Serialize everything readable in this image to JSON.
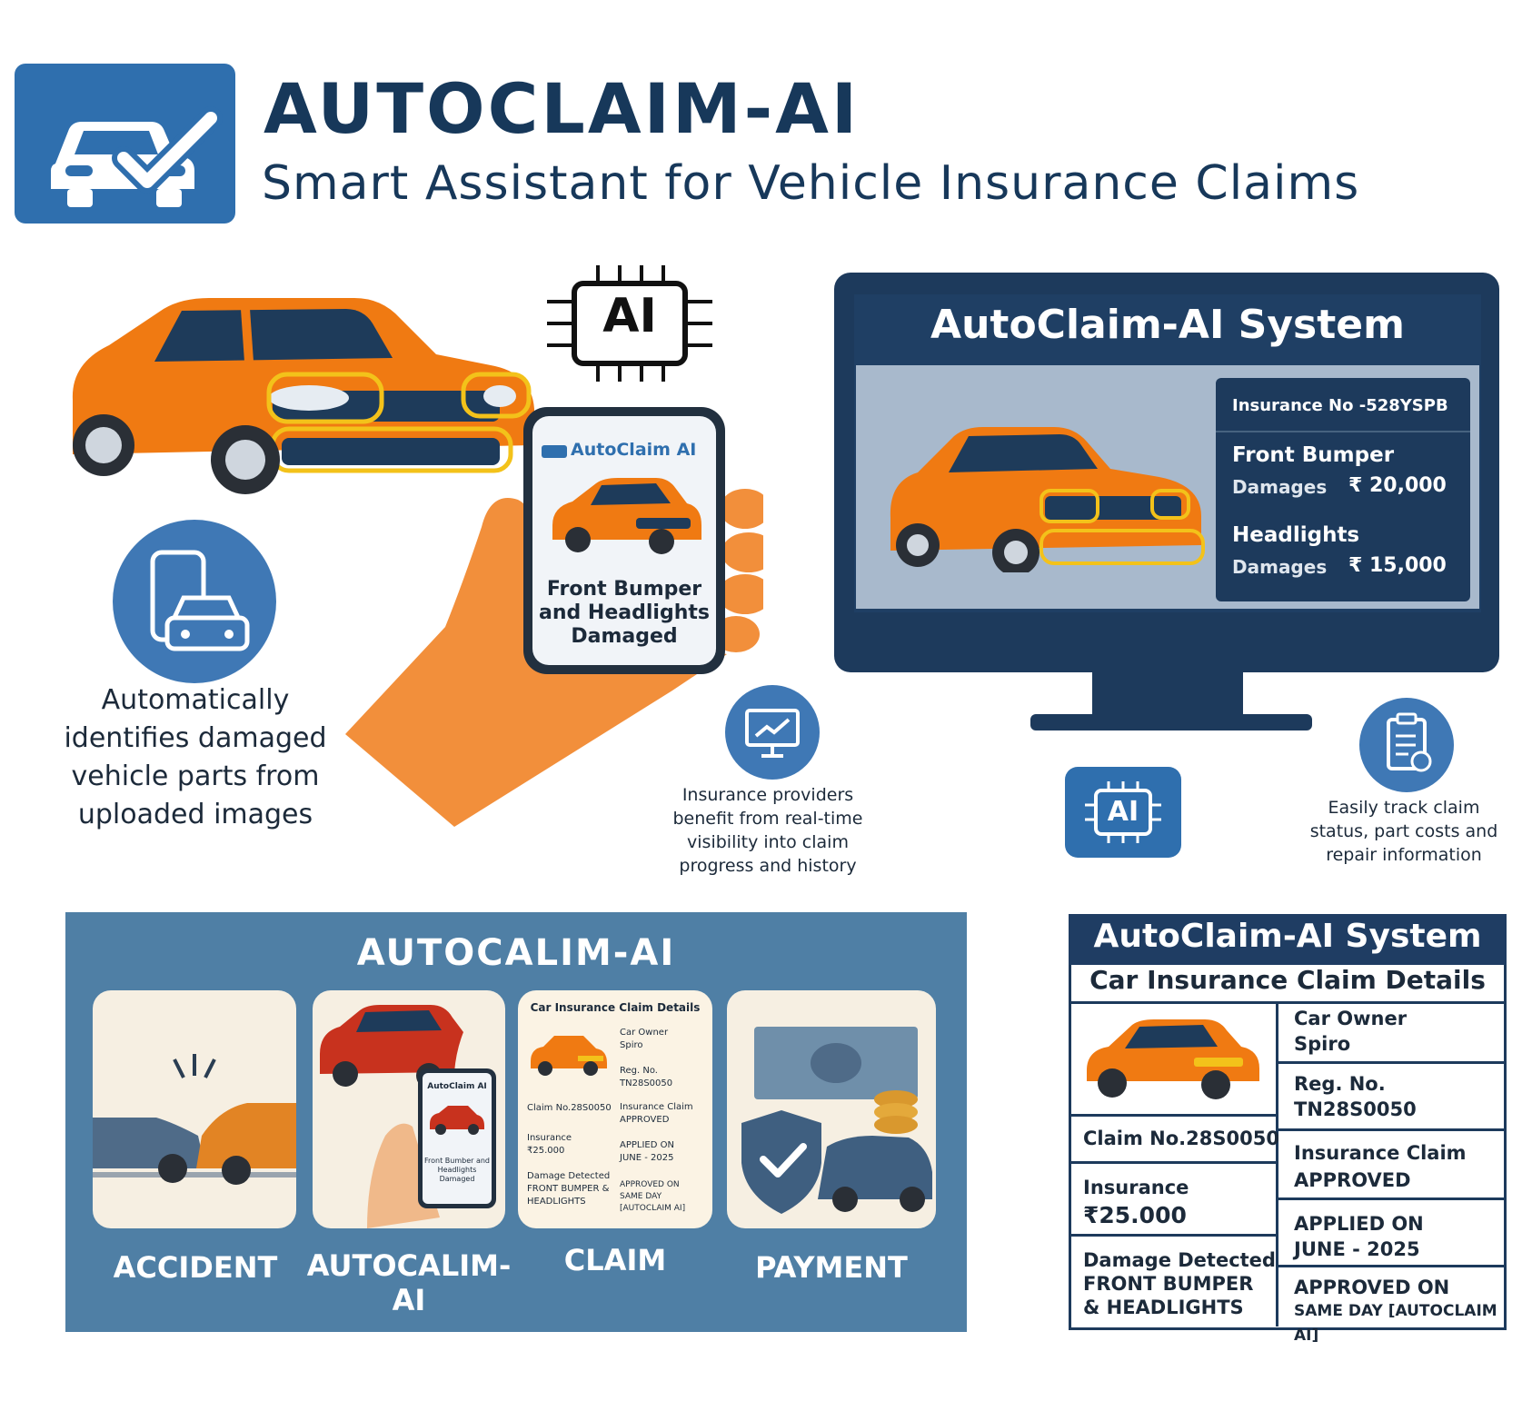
{
  "header": {
    "title": "AUTOCLAIM-AI",
    "subtitle": "Smart Assistant for Vehicle Insurance Claims"
  },
  "chip_label": "AI",
  "phone": {
    "brand": "AutoClaim AI",
    "message": "Front Bumper and Headlights Damaged"
  },
  "features": {
    "detect": "Automatically identifies damaged vehicle parts from uploaded images",
    "visibility": "Insurance providers benefit from real-time visibility into claim progress and history",
    "tracking": "Easily track claim status, part costs and repair information"
  },
  "monitor": {
    "title": "AutoClaim-AI System",
    "insurance_no": "Insurance No -528YSPB",
    "items": [
      {
        "part": "Front Bumper",
        "label": "Damages",
        "amount": "₹ 20,000"
      },
      {
        "part": "Headlights",
        "label": "Damages",
        "amount": "₹ 15,000"
      }
    ]
  },
  "ai_badge": "AI",
  "flow": {
    "title": "AUTOCALIM-AI",
    "steps": [
      {
        "label": "ACCIDENT"
      },
      {
        "label": "AUTOCALIM-AI"
      },
      {
        "label": "CLAIM"
      },
      {
        "label": "PAYMENT"
      }
    ],
    "mini_phone": {
      "brand": "AutoClaim AI",
      "message": "Front Bumber and Headlights Damaged"
    },
    "mini_doc": {
      "title": "Car Insurance Claim Details",
      "owner_label": "Car Owner",
      "owner": "Spiro",
      "reg_label": "Reg. No.",
      "reg": "TN28S0050",
      "claim_no": "Claim No.28S0050",
      "insurance_label": "Insurance",
      "insurance": "₹25.000",
      "claim_label": "Insurance Claim",
      "claim": "APPROVED",
      "applied_label": "APPLIED ON",
      "applied": "JUNE - 2025",
      "damage_label": "Damage Detected",
      "damage": "FRONT BUMPER & HEADLIGHTS",
      "approved_label": "APPROVED ON",
      "approved": "SAME DAY [AUTOCLAIM AI]"
    }
  },
  "claim_doc": {
    "title": "AutoClaim-AI System",
    "subtitle": "Car Insurance Claim Details",
    "owner_label": "Car Owner",
    "owner": "Spiro",
    "reg_label": "Reg. No.",
    "reg": "TN28S0050",
    "claim_no": "Claim No.28S0050",
    "claim_label": "Insurance Claim",
    "claim": "APPROVED",
    "insurance_label": "Insurance",
    "insurance": "₹25.000",
    "applied_label": "APPLIED ON",
    "applied": "JUNE - 2025",
    "damage_label": "Damage Detected",
    "damage_1": "FRONT BUMPER",
    "damage_2": "& HEADLIGHTS",
    "approved_label": "APPROVED ON",
    "approved": "SAME DAY [AUTOCLAIM AI]"
  },
  "colors": {
    "brand_blue": "#2f6fae",
    "navy": "#1d3a5c",
    "car_orange": "#f07a12",
    "highlight": "#f3c21a",
    "flow_bg": "#4f7fa5"
  }
}
